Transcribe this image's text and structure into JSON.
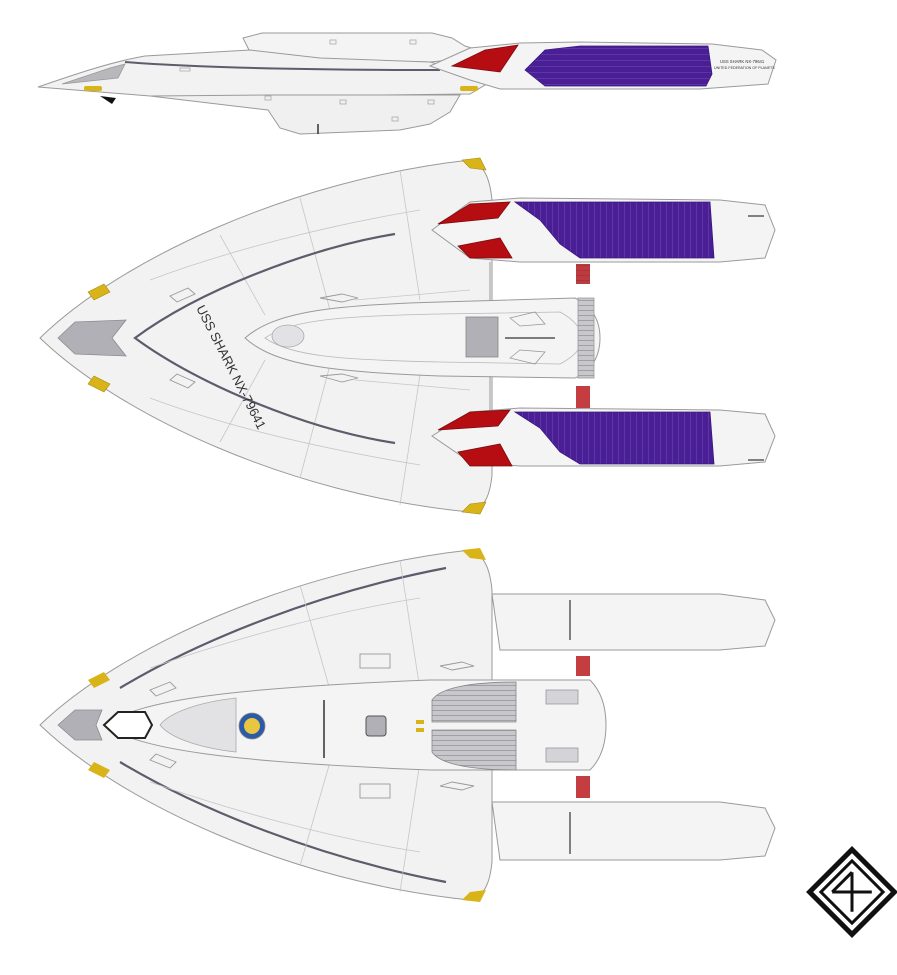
{
  "sheet": {
    "views": [
      {
        "id": "side",
        "label": "side-view"
      },
      {
        "id": "top",
        "label": "dorsal-view"
      },
      {
        "id": "bottom",
        "label": "ventral-view"
      }
    ]
  },
  "hull_marking": {
    "dorsal_registry": "USS SHARK NX-79641",
    "nacelle_line1": "USS SHARK NX-79641",
    "nacelle_line2": "UNITED FEDERATION OF PLANETS"
  },
  "colors": {
    "hull": "#f2f2f2",
    "outline": "#9a9a9a",
    "nacelle_grille": "#4a1f96",
    "bussard_red": "#b50d12",
    "accent_yellow": "#d8b418",
    "window_grey": "#b0b0b6",
    "stripe": "#5c5c6c"
  },
  "emblem": {
    "name": "artist-logo-icon"
  }
}
